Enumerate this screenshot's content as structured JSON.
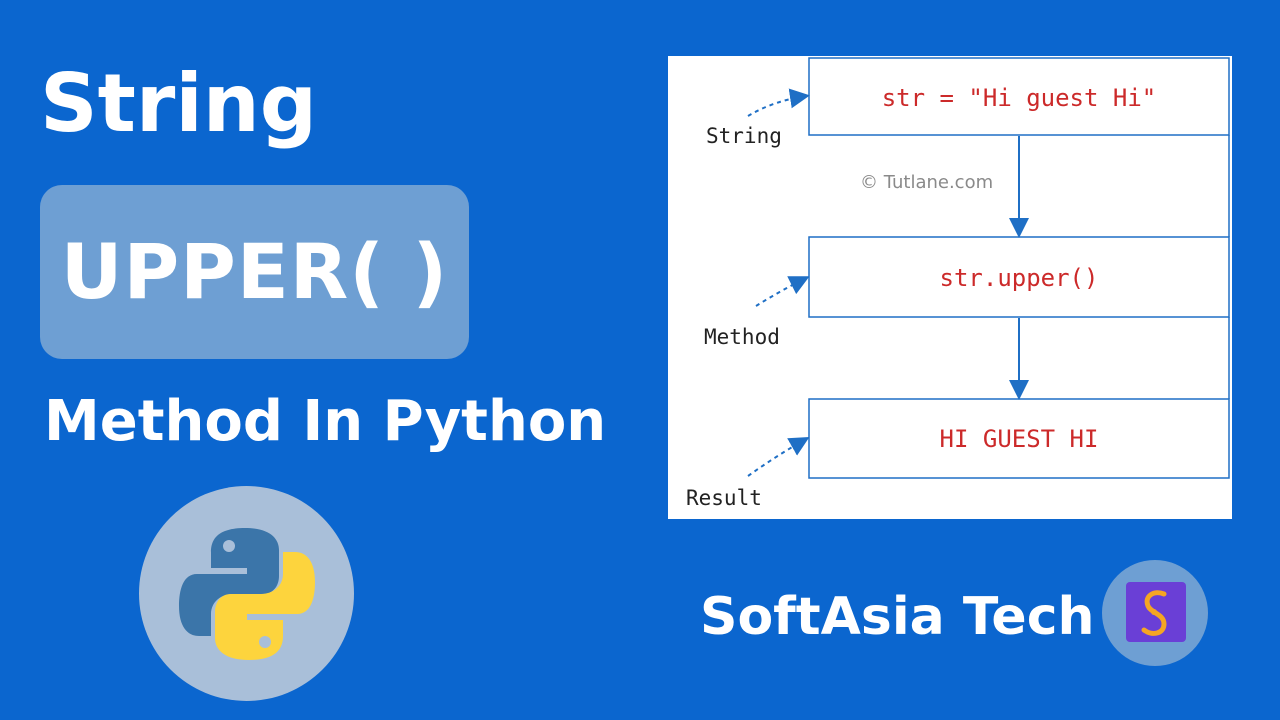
{
  "left": {
    "title": "String",
    "method_name": "UPPER( )",
    "subtitle": "Method In Python",
    "python_logo": "python-logo-icon"
  },
  "diagram": {
    "boxes": [
      {
        "code": "str = \"Hi guest Hi\"",
        "label": "String"
      },
      {
        "code": "str.upper()",
        "label": "Method"
      },
      {
        "code": "HI GUEST HI",
        "label": "Result"
      }
    ],
    "watermark": "© Tutlane.com",
    "colors": {
      "code": "#cc2a2a",
      "arrow": "#1f6fc5",
      "border": "#1f6fc5"
    }
  },
  "brand": {
    "name": "SoftAsia Tech",
    "logo": "softasia-logo-icon"
  },
  "colors": {
    "background": "#0b66cf",
    "panel": "#6e9fd3",
    "python_blue": "#3b75a9",
    "python_yellow": "#fdd43d"
  }
}
